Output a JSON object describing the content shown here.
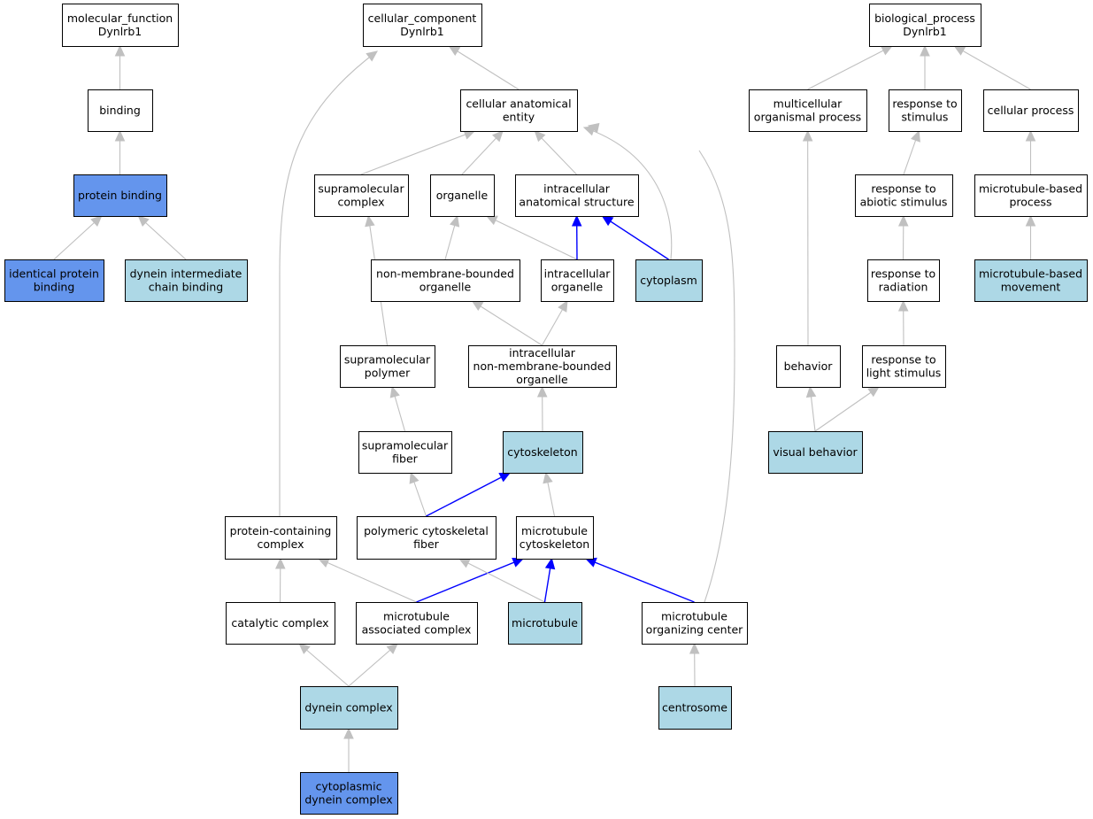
{
  "colors": {
    "default_fill": "#ffffff",
    "light_fill": "#add8e6",
    "dark_fill": "#6495ed",
    "edge_gray": "#c0c0c0",
    "edge_blue": "#0000ff"
  },
  "nodes": [
    {
      "id": "mf",
      "lines": [
        "molecular_function",
        "Dynlrb1"
      ],
      "fill": "default"
    },
    {
      "id": "binding",
      "lines": [
        "binding"
      ],
      "fill": "default"
    },
    {
      "id": "protein_binding",
      "lines": [
        "protein binding"
      ],
      "fill": "dark"
    },
    {
      "id": "identical_protein_binding",
      "lines": [
        "identical protein",
        "binding"
      ],
      "fill": "dark"
    },
    {
      "id": "dynein_ic_binding",
      "lines": [
        "dynein intermediate",
        "chain binding"
      ],
      "fill": "light"
    },
    {
      "id": "cc",
      "lines": [
        "cellular_component",
        "Dynlrb1"
      ],
      "fill": "default"
    },
    {
      "id": "cae",
      "lines": [
        "cellular anatomical",
        "entity"
      ],
      "fill": "default"
    },
    {
      "id": "supramolecular_complex",
      "lines": [
        "supramolecular",
        "complex"
      ],
      "fill": "default"
    },
    {
      "id": "organelle",
      "lines": [
        "organelle"
      ],
      "fill": "default"
    },
    {
      "id": "ias",
      "lines": [
        "intracellular",
        "anatomical structure"
      ],
      "fill": "default"
    },
    {
      "id": "nmbo",
      "lines": [
        "non-membrane-bounded",
        "organelle"
      ],
      "fill": "default"
    },
    {
      "id": "io",
      "lines": [
        "intracellular",
        "organelle"
      ],
      "fill": "default"
    },
    {
      "id": "cytoplasm",
      "lines": [
        "cytoplasm"
      ],
      "fill": "light"
    },
    {
      "id": "sm_polymer",
      "lines": [
        "supramolecular",
        "polymer"
      ],
      "fill": "default"
    },
    {
      "id": "inmbo",
      "lines": [
        "intracellular",
        "non-membrane-bounded",
        "organelle"
      ],
      "fill": "default"
    },
    {
      "id": "sm_fiber",
      "lines": [
        "supramolecular",
        "fiber"
      ],
      "fill": "default"
    },
    {
      "id": "cytoskeleton",
      "lines": [
        "cytoskeleton"
      ],
      "fill": "light"
    },
    {
      "id": "pcc",
      "lines": [
        "protein-containing",
        "complex"
      ],
      "fill": "default"
    },
    {
      "id": "pcf",
      "lines": [
        "polymeric cytoskeletal",
        "fiber"
      ],
      "fill": "default"
    },
    {
      "id": "mt_cytoskeleton",
      "lines": [
        "microtubule",
        "cytoskeleton"
      ],
      "fill": "default"
    },
    {
      "id": "catalytic_complex",
      "lines": [
        "catalytic complex"
      ],
      "fill": "default"
    },
    {
      "id": "mtac",
      "lines": [
        "microtubule",
        "associated complex"
      ],
      "fill": "default"
    },
    {
      "id": "microtubule",
      "lines": [
        "microtubule"
      ],
      "fill": "light"
    },
    {
      "id": "mtoc",
      "lines": [
        "microtubule",
        "organizing center"
      ],
      "fill": "default"
    },
    {
      "id": "dynein_complex",
      "lines": [
        "dynein complex"
      ],
      "fill": "light"
    },
    {
      "id": "centrosome",
      "lines": [
        "centrosome"
      ],
      "fill": "light"
    },
    {
      "id": "cdc",
      "lines": [
        "cytoplasmic",
        "dynein complex"
      ],
      "fill": "dark"
    },
    {
      "id": "bp",
      "lines": [
        "biological_process",
        "Dynlrb1"
      ],
      "fill": "default"
    },
    {
      "id": "mop",
      "lines": [
        "multicellular",
        "organismal process"
      ],
      "fill": "default"
    },
    {
      "id": "rts",
      "lines": [
        "response to",
        "stimulus"
      ],
      "fill": "default"
    },
    {
      "id": "cp",
      "lines": [
        "cellular process"
      ],
      "fill": "default"
    },
    {
      "id": "ras",
      "lines": [
        "response to",
        "abiotic stimulus"
      ],
      "fill": "default"
    },
    {
      "id": "mtbp",
      "lines": [
        "microtubule-based",
        "process"
      ],
      "fill": "default"
    },
    {
      "id": "rtr",
      "lines": [
        "response to",
        "radiation"
      ],
      "fill": "default"
    },
    {
      "id": "mtbm",
      "lines": [
        "microtubule-based",
        "movement"
      ],
      "fill": "light"
    },
    {
      "id": "behavior",
      "lines": [
        "behavior"
      ],
      "fill": "default"
    },
    {
      "id": "rtls",
      "lines": [
        "response to",
        "light stimulus"
      ],
      "fill": "default"
    },
    {
      "id": "visual_behavior",
      "lines": [
        "visual behavior"
      ],
      "fill": "light"
    }
  ],
  "edges": [
    {
      "from": "binding",
      "to": "mf",
      "color": "gray"
    },
    {
      "from": "protein_binding",
      "to": "binding",
      "color": "gray"
    },
    {
      "from": "identical_protein_binding",
      "to": "protein_binding",
      "color": "gray"
    },
    {
      "from": "dynein_ic_binding",
      "to": "protein_binding",
      "color": "gray"
    },
    {
      "from": "cae",
      "to": "cc",
      "color": "gray"
    },
    {
      "from": "pcc",
      "to": "cc",
      "color": "gray"
    },
    {
      "from": "supramolecular_complex",
      "to": "cae",
      "color": "gray"
    },
    {
      "from": "organelle",
      "to": "cae",
      "color": "gray"
    },
    {
      "from": "ias",
      "to": "cae",
      "color": "gray"
    },
    {
      "from": "cytoplasm",
      "to": "cae",
      "color": "gray"
    },
    {
      "from": "mtoc",
      "to": "cae",
      "color": "gray"
    },
    {
      "from": "nmbo",
      "to": "organelle",
      "color": "gray"
    },
    {
      "from": "io",
      "to": "organelle",
      "color": "gray"
    },
    {
      "from": "io",
      "to": "ias",
      "color": "blue"
    },
    {
      "from": "cytoplasm",
      "to": "ias",
      "color": "blue"
    },
    {
      "from": "sm_polymer",
      "to": "supramolecular_complex",
      "color": "gray"
    },
    {
      "from": "inmbo",
      "to": "nmbo",
      "color": "gray"
    },
    {
      "from": "inmbo",
      "to": "io",
      "color": "gray"
    },
    {
      "from": "sm_fiber",
      "to": "sm_polymer",
      "color": "gray"
    },
    {
      "from": "cytoskeleton",
      "to": "inmbo",
      "color": "gray"
    },
    {
      "from": "pcf",
      "to": "sm_fiber",
      "color": "gray"
    },
    {
      "from": "pcf",
      "to": "cytoskeleton",
      "color": "blue"
    },
    {
      "from": "mt_cytoskeleton",
      "to": "cytoskeleton",
      "color": "gray"
    },
    {
      "from": "catalytic_complex",
      "to": "pcc",
      "color": "gray"
    },
    {
      "from": "mtac",
      "to": "pcc",
      "color": "gray"
    },
    {
      "from": "mtac",
      "to": "mt_cytoskeleton",
      "color": "blue"
    },
    {
      "from": "microtubule",
      "to": "pcf",
      "color": "gray"
    },
    {
      "from": "microtubule",
      "to": "mt_cytoskeleton",
      "color": "blue"
    },
    {
      "from": "mtoc",
      "to": "mt_cytoskeleton",
      "color": "blue"
    },
    {
      "from": "dynein_complex",
      "to": "catalytic_complex",
      "color": "gray"
    },
    {
      "from": "dynein_complex",
      "to": "mtac",
      "color": "gray"
    },
    {
      "from": "centrosome",
      "to": "mtoc",
      "color": "gray"
    },
    {
      "from": "cdc",
      "to": "dynein_complex",
      "color": "gray"
    },
    {
      "from": "mop",
      "to": "bp",
      "color": "gray"
    },
    {
      "from": "rts",
      "to": "bp",
      "color": "gray"
    },
    {
      "from": "cp",
      "to": "bp",
      "color": "gray"
    },
    {
      "from": "behavior",
      "to": "mop",
      "color": "gray"
    },
    {
      "from": "ras",
      "to": "rts",
      "color": "gray"
    },
    {
      "from": "mtbp",
      "to": "cp",
      "color": "gray"
    },
    {
      "from": "rtr",
      "to": "ras",
      "color": "gray"
    },
    {
      "from": "mtbm",
      "to": "mtbp",
      "color": "gray"
    },
    {
      "from": "rtls",
      "to": "rtr",
      "color": "gray"
    },
    {
      "from": "visual_behavior",
      "to": "behavior",
      "color": "gray"
    },
    {
      "from": "visual_behavior",
      "to": "rtls",
      "color": "gray"
    }
  ]
}
